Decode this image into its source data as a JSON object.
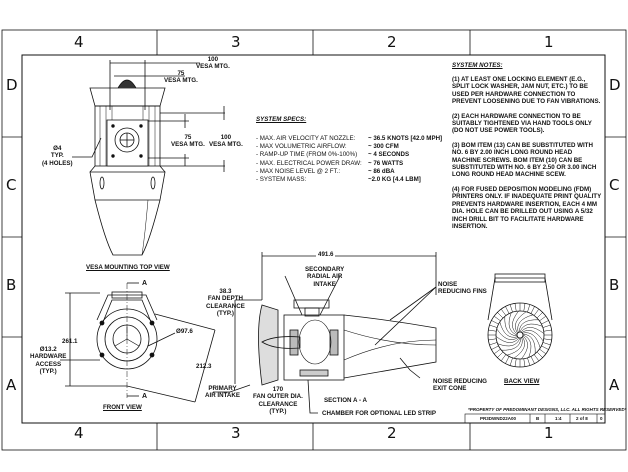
{
  "zones": {
    "columns": [
      "4",
      "3",
      "2",
      "1"
    ],
    "rows": [
      "D",
      "C",
      "B",
      "A"
    ]
  },
  "vesa_view": {
    "dim_100_top": "100",
    "dim_100_top_label": "VESA MTG.",
    "dim_75_top": "75",
    "dim_75_top_label": "VESA MTG.",
    "hole_callout": [
      "Ø4",
      "TYP.",
      "(4 HOLES)"
    ],
    "dim_75_side": "75",
    "dim_75_side_label": "VESA MTG.",
    "dim_100_side": "100",
    "dim_100_side_label": "VESA MTG.",
    "title": "VESA MOUNTING TOP VIEW"
  },
  "specs": {
    "title": "SYSTEM SPECS:",
    "rows": [
      {
        "label": "- MAX. AIR VELOCITY AT NOZZLE:",
        "value": "~ 36.5 KNOTS [42.0 MPH]"
      },
      {
        "label": "- MAX VOLUMETRIC AIRFLOW:",
        "value": "~ 300 CFM"
      },
      {
        "label": "- RAMP-UP TIME (FROM 0%-100%)",
        "value": "~ 4 SECONDS"
      },
      {
        "label": "- MAX. ELECTRICAL POWER DRAW:",
        "value": "~ 76 WATTS"
      },
      {
        "label": "- MAX NOISE LEVEL @ 2 FT.:",
        "value": "~ 86 dBA"
      },
      {
        "label": "- SYSTEM MASS:",
        "value": "~2.0 KG [4.4 LBM]"
      }
    ]
  },
  "notes": {
    "title": "SYSTEM NOTES:",
    "items": [
      "(1) AT LEAST ONE LOCKING ELEMENT (E.G., SPLIT LOCK WASHER, JAM NUT, ETC.) TO BE USED PER HARDWARE CONNECTION TO PREVENT LOOSENING DUE TO FAN VIBRATIONS.",
      "(2) EACH HARDWARE CONNECTION TO BE SUITABLY TIGHTENED VIA HAND TOOLS ONLY (DO NOT USE POWER TOOLS).",
      "(3) BOM ITEM (13) CAN BE SUBSTITUTED WITH NO. 6 BY 2.00 INCH LONG ROUND HEAD MACHINE SCREWS.  BOM ITEM (10) CAN BE SUBSTITUTED WITH NO. 6 BY 2.50 OR 3.00 INCH LONG ROUND HEAD MACHINE SCEW.",
      "(4) FOR FUSED DEPOSITION MODELING (FDM) PRINTERS ONLY.  IF INADEQUATE PRINT QUALITY PREVENTS HARDWARE INSERTION, EACH 4 MM DIA. HOLE CAN BE DRILLED OUT USING A 5/32 INCH DRILL BIT TO FACILITATE HARDWARE INSERTION."
    ]
  },
  "front_view": {
    "section_marker": "A",
    "dia_fan": "Ø97.6",
    "height": "261.1",
    "hardware": [
      "Ø13.2",
      "HARDWARE",
      "ACCESS",
      "(TYP.)"
    ],
    "diag": "212.3",
    "title": "FRONT VIEW",
    "primary_intake": [
      "PRIMARY",
      "AIR INTAKE"
    ]
  },
  "section_view": {
    "fan_depth": [
      "38.3",
      "FAN DEPTH",
      "CLEARANCE",
      "(TYP.)"
    ],
    "length": "491.6",
    "secondary_intake": [
      "SECONDARY",
      "RADIAL AIR",
      "INTAKE"
    ],
    "fins": [
      "NOISE",
      "REDUCING FINS"
    ],
    "exit_cone": [
      "NOISE REDUCING",
      "EXIT CONE"
    ],
    "outer_dia": [
      "170",
      "FAN OUTER DIA.",
      "CLEARANCE",
      "(TYP.)"
    ],
    "title": "SECTION A - A",
    "led": "CHAMBER FOR OPTIONAL LED STRIP"
  },
  "back_view": {
    "title": "BACK VIEW"
  },
  "title_block": {
    "copyright": "*PROPERTY OF PREDOMINANT DESIGNS, LLC.  ALL RIGHTS RESERVED*",
    "dwg_no": "PR3DWND22A00",
    "size": "B",
    "scale": "1:4",
    "sheet": "2 of 8",
    "rev": "0"
  }
}
